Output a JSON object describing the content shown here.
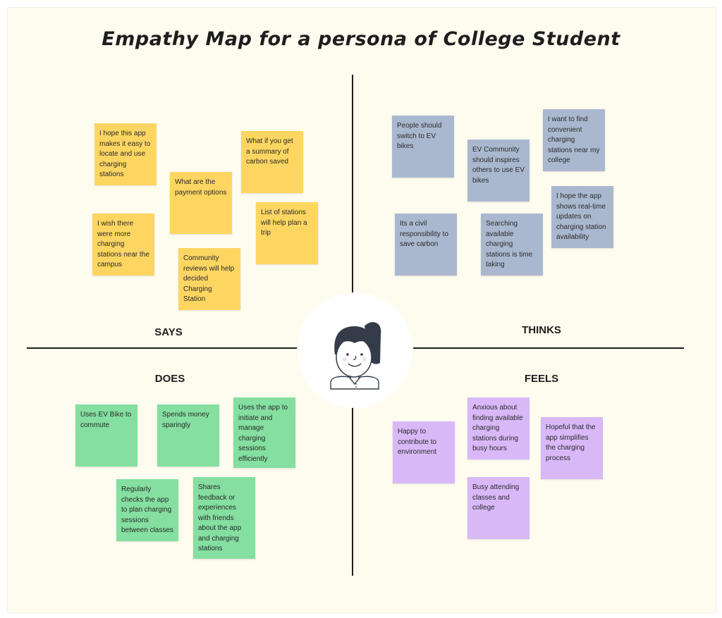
{
  "title": "Empathy Map for a persona of College Student",
  "quadrants": {
    "says": {
      "label": "SAYS",
      "color": "#fdd662",
      "notes": [
        "I hope this app makes it easy to locate and use charging stations",
        "What are the payment options",
        "What if you get a summary of carbon saved",
        "I wish there were more charging stations near the campus",
        "List of stations will help plan a trip",
        "Community reviews will help decided Charging Station"
      ]
    },
    "thinks": {
      "label": "THINKS",
      "color": "#aab8cf",
      "notes": [
        "People should switch to EV bikes",
        "EV Community should inspires others to use EV bikes",
        "I want to find convenient charging stations near my college",
        "I hope the app shows real-time updates on charging station availability",
        "Its a civil responsibility to save carbon",
        "Searching available charging stations is time taking"
      ]
    },
    "does": {
      "label": "DOES",
      "color": "#84dfa0",
      "notes": [
        "Uses EV Bike to commute",
        "Spends money sparingly",
        "Uses the app to initiate and manage charging sessions efficiently",
        "Regularly checks the app to plan charging sessions between classes",
        "Shares feedback or experiences with friends about the app and charging stations"
      ]
    },
    "feels": {
      "label": "FEELS",
      "color": "#d9b8f8",
      "notes": [
        "Happy to contribute to environment",
        "Anxious about finding available charging stations during busy hours",
        "Hopeful that the app simplifies the charging process",
        "Busy attending classes and college"
      ]
    }
  }
}
